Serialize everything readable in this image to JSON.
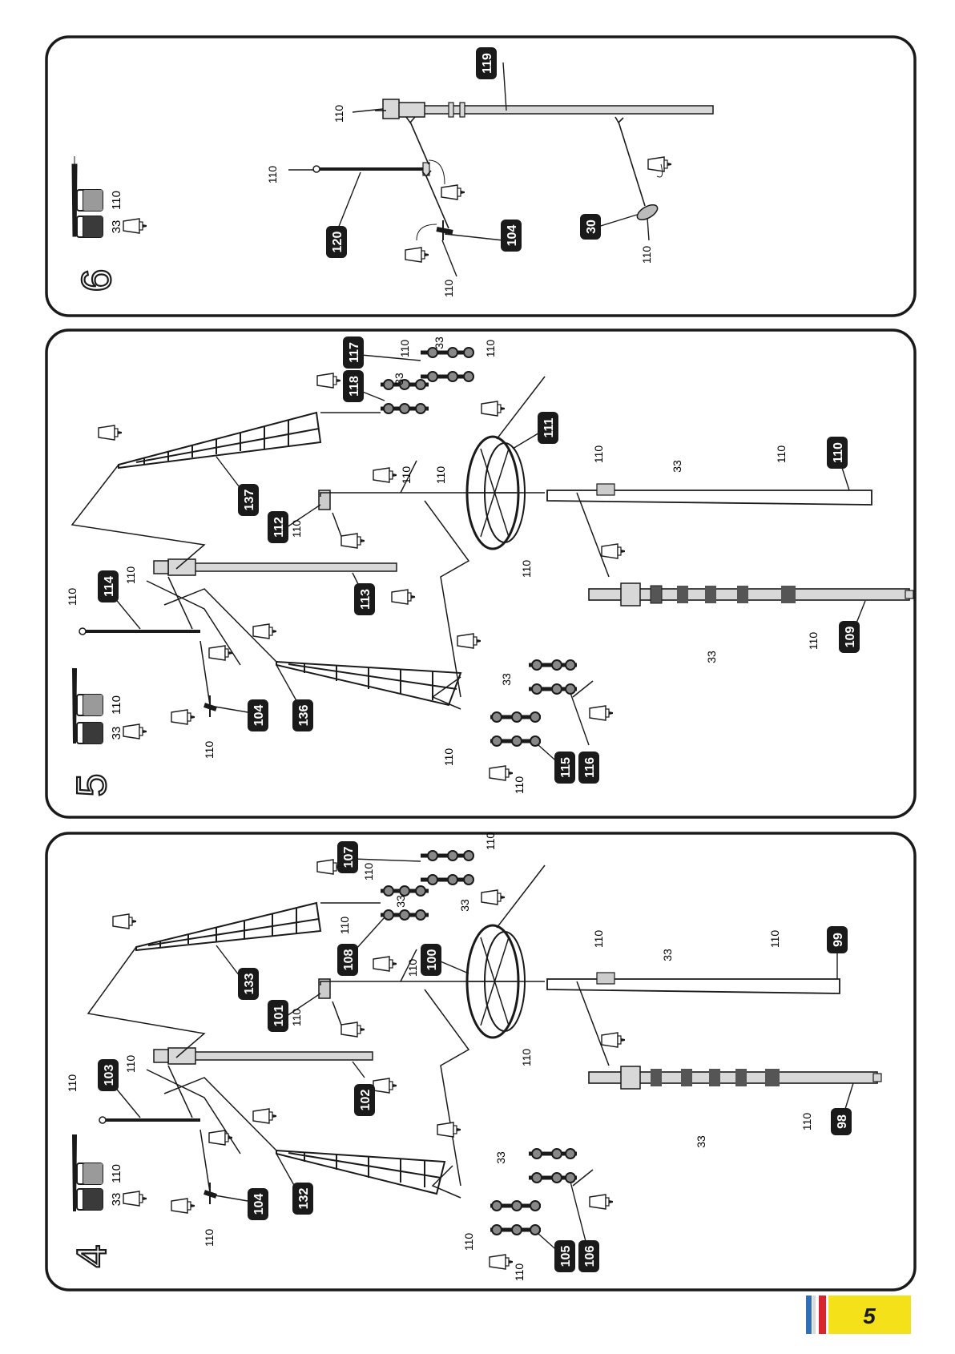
{
  "page": {
    "number": "5"
  },
  "colors": {
    "ink": "#1a1a1a",
    "paint_33": "#3a3a3a",
    "paint_110": "#9a9a9a",
    "accent_yellow": "#f5e11a",
    "accent_red": "#d9232d",
    "accent_blue": "#2f6fb5"
  },
  "steps": [
    {
      "number": "4",
      "paints": [
        "33",
        "110"
      ],
      "callouts": [
        "103",
        "104",
        "102",
        "101",
        "133",
        "132",
        "105",
        "106",
        "108",
        "107",
        "100",
        "99",
        "98"
      ],
      "labels_110": [
        "110",
        "110",
        "110",
        "110",
        "110",
        "110",
        "110",
        "110",
        "110",
        "110",
        "110",
        "110",
        "110",
        "110"
      ],
      "labels_33": [
        "33",
        "33",
        "33",
        "33",
        "33"
      ]
    },
    {
      "number": "5",
      "paints": [
        "33",
        "110"
      ],
      "callouts": [
        "114",
        "104",
        "113",
        "112",
        "137",
        "136",
        "115",
        "116",
        "118",
        "117",
        "111",
        "110",
        "109"
      ],
      "labels_110": [
        "110",
        "110",
        "110",
        "110",
        "110",
        "110",
        "110",
        "110",
        "110",
        "110",
        "110",
        "110",
        "110",
        "110"
      ],
      "labels_33": [
        "33",
        "33",
        "33",
        "33",
        "33"
      ]
    },
    {
      "number": "6",
      "paints": [
        "33",
        "110"
      ],
      "callouts": [
        "120",
        "104",
        "119",
        "30"
      ],
      "labels_110": [
        "110",
        "110",
        "110",
        "110"
      ]
    }
  ]
}
